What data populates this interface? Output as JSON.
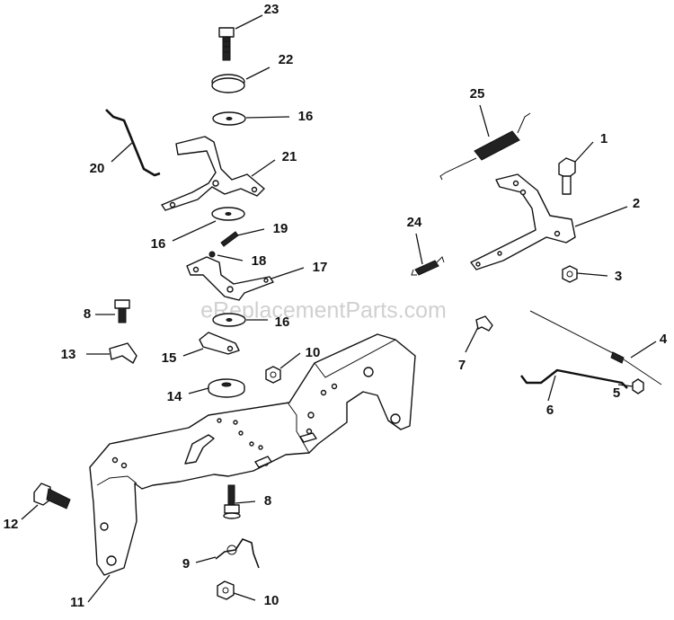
{
  "watermark": "eReplacementParts.com",
  "callouts": {
    "p1": "1",
    "p2": "2",
    "p3": "3",
    "p4": "4",
    "p5": "5",
    "p6": "6",
    "p7": "7",
    "p8a": "8",
    "p8b": "8",
    "p9": "9",
    "p10a": "10",
    "p10b": "10",
    "p11": "11",
    "p12": "12",
    "p13": "13",
    "p14": "14",
    "p15": "15",
    "p16a": "16",
    "p16b": "16",
    "p16c": "16",
    "p17": "17",
    "p18": "18",
    "p19": "19",
    "p20": "20",
    "p21": "21",
    "p22": "22",
    "p23": "23",
    "p24": "24",
    "p25": "25"
  }
}
